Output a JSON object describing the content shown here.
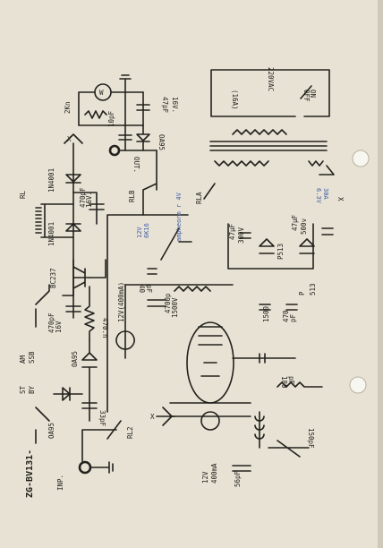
{
  "document_id": "ZG-BV131-",
  "labels": {
    "tubes_res": "2Kn",
    "meter_w": "W",
    "cap_47pf": "47pF",
    "cap_47pf_v": "16V.",
    "cap_10pf": "10pF",
    "diode_oa95a": "OA95",
    "out": "OUT.",
    "x_top": "X",
    "diode_1n4001a": "1N4001",
    "cap_470pf": "470pF",
    "cap_470pf_v": "16V.",
    "relay_rl": "RL",
    "diode_1n4001b": "1N4001",
    "trans_bc237": "BC237",
    "cap_470pf2": "470pF",
    "cap_470pf2_v": "16V",
    "res_470": "470.n",
    "sw_am": "AM",
    "sw_ssb": "SSB",
    "diode_oa95b": "OA95",
    "sw_st": "ST",
    "sw_by": "BY",
    "diode_oa95c": "OA95",
    "cap_33pf": "33pF",
    "inp": "INP.",
    "relay_rl2": "RL2",
    "x_mid": "X",
    "cap_56pf": "56pF",
    "supply_12v": "12V",
    "supply_ma": "400mA",
    "cap_150pf": "150pF",
    "cap_180pf": "180",
    "cap_180pf_u": "pF",
    "meter_12v": "12V(400mA)",
    "cap_4700p": "4700p",
    "cap_4700p_v": "1500V",
    "cap_40pf": "40",
    "cap_40pf_u": "pF",
    "cap_1500": "1500",
    "cap_470": "470",
    "cap_470_u": "pF",
    "diode_p": "P",
    "diode_513": "513",
    "diode_p513": "P513",
    "cap_47uf": "47µF",
    "cap_47uf_v": "300V",
    "cap_47uf2": "47µF",
    "cap_47uf2_v": "500v",
    "relay_rla": "RLA",
    "relay_rlb": "RLB",
    "fuse": "(16A)",
    "mains": "220VAC",
    "sw_off": "OFF",
    "sw_on": "ON",
    "x_right": "X"
  },
  "annotations": {
    "blue_1": "12V",
    "blue_2": "6K16",
    "blue_3": "ampheorm r 4V",
    "blue_4": "6.3V",
    "blue_5": "30A"
  }
}
